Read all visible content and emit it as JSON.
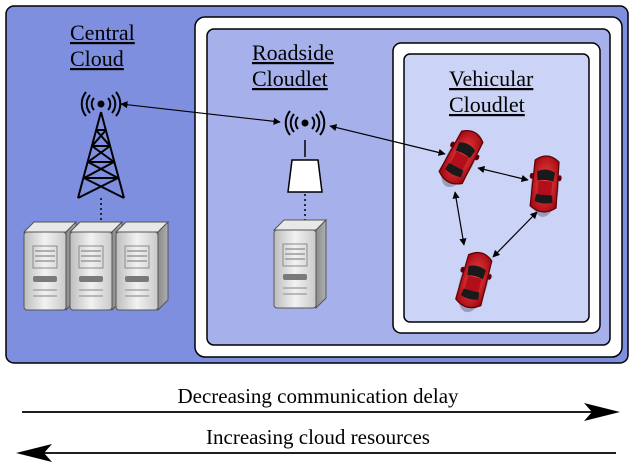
{
  "diagram": {
    "central": {
      "label_line1": "Central",
      "label_line2": "Cloud"
    },
    "roadside": {
      "label_line1": "Roadside",
      "label_line2": "Cloudlet"
    },
    "vehicular": {
      "label_line1": "Vehicular",
      "label_line2": "Cloudlet"
    },
    "bottom": {
      "right_arrow_label": "Decreasing communication delay",
      "left_arrow_label": "Increasing cloud resources"
    }
  },
  "colors": {
    "central_bg": "#7f8fe0",
    "roadside_bg": "#a6b1ec",
    "vehicular_bg": "#cbd3f6",
    "car_red": "#c8141e",
    "server_gray": "#d9d9d9"
  },
  "icons": [
    "antenna-tower-icon",
    "server-icon",
    "wireless-signal-icon",
    "access-point-icon",
    "car-icon",
    "arrow-icon"
  ]
}
